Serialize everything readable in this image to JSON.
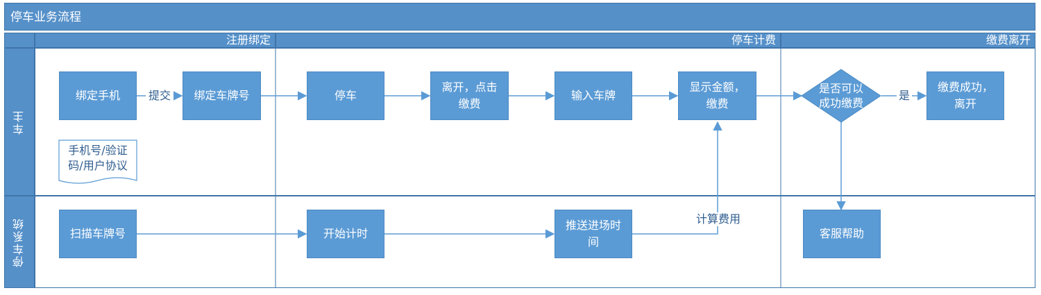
{
  "diagram": {
    "title": "停车业务流程",
    "phases": [
      {
        "label": "注册绑定"
      },
      {
        "label": "停车计费"
      },
      {
        "label": "缴费离开"
      }
    ],
    "lanes": [
      {
        "label": "车主"
      },
      {
        "label": "停车系统"
      }
    ],
    "nodes": {
      "bind_phone": "绑定手机",
      "bind_plate": "绑定车牌号",
      "document": "手机号/验证\n码/用户协议",
      "park": "停车",
      "leave_pay": "离开，点击\n缴费",
      "input_plate": "输入车牌",
      "show_amount": "显示金额，\n缴费",
      "decision": "是否可以\n成功缴费",
      "pay_success": "缴费成功，\n离开",
      "scan_plate": "扫描车牌号",
      "start_timer": "开始计时",
      "push_entry_time": "推送进场时\n间",
      "customer_service": "客服帮助"
    },
    "edge_labels": {
      "submit": "提交",
      "calc_fee": "计算费用",
      "yes": "是"
    },
    "colors": {
      "header_fill": "#5590c9",
      "node_fill": "#5b9bd5",
      "line": "#5b9bd5",
      "text_dark": "#2f5d8f"
    }
  }
}
